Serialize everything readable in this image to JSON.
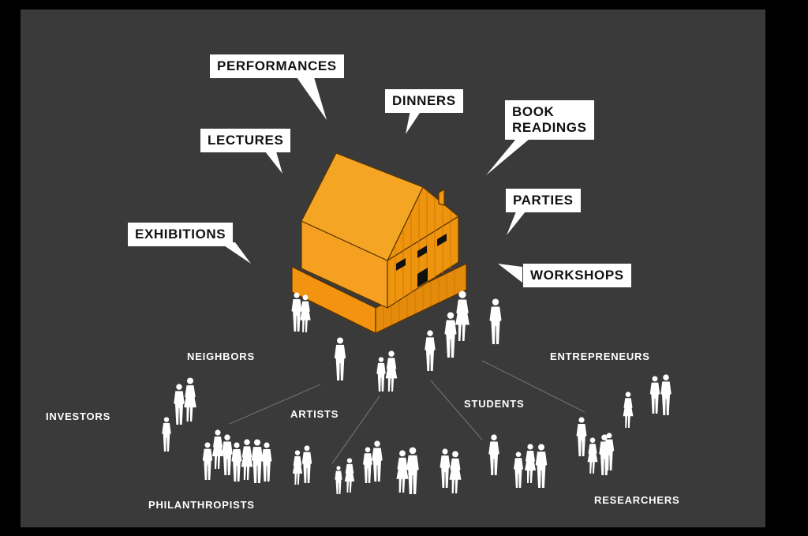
{
  "colors": {
    "background": "#3a3a3a",
    "frame": "#000000",
    "house_orange": "#f39a12",
    "house_stroke": "#5a3300",
    "bubble_fill": "#ffffff",
    "text_dark": "#111111",
    "people": "#ffffff",
    "connector": "#707070"
  },
  "icons": [
    "house-icon",
    "person-silhouette-icon"
  ],
  "activities": [
    {
      "id": "performances",
      "label": "PERFORMANCES"
    },
    {
      "id": "dinners",
      "label": "DINNERS"
    },
    {
      "id": "book_readings",
      "label": "BOOK\nREADINGS"
    },
    {
      "id": "lectures",
      "label": "LECTURES"
    },
    {
      "id": "parties",
      "label": "PARTIES"
    },
    {
      "id": "exhibitions",
      "label": "EXHIBITIONS"
    },
    {
      "id": "workshops",
      "label": "WORKSHOPS"
    }
  ],
  "groups": [
    {
      "id": "neighbors",
      "label": "NEIGHBORS"
    },
    {
      "id": "entrepreneurs",
      "label": "ENTREPRENEURS"
    },
    {
      "id": "investors",
      "label": "INVESTORS"
    },
    {
      "id": "artists",
      "label": "ARTISTS"
    },
    {
      "id": "students",
      "label": "STUDENTS"
    },
    {
      "id": "philanthropists",
      "label": "PHILANTHROPISTS"
    },
    {
      "id": "researchers",
      "label": "RESEARCHERS"
    }
  ]
}
